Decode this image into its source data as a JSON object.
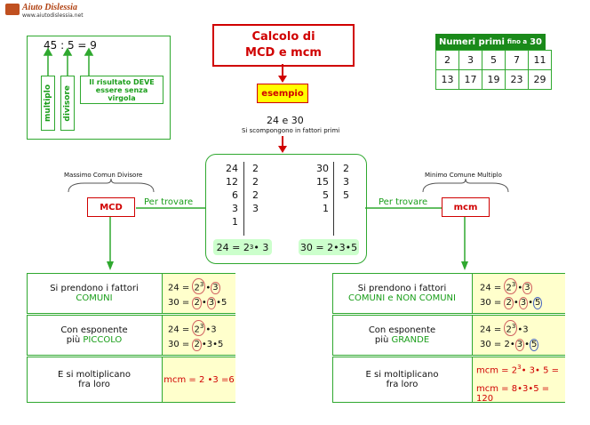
{
  "logo": {
    "name": "Aiuto Dislessia",
    "url": "www.aiutodislessia.net"
  },
  "title": {
    "line1": "Calcolo di",
    "line2": "MCD e mcm"
  },
  "example_label": "esempio",
  "example": {
    "numbers": "24 e 30",
    "note": "Si scompongono in fattori primi"
  },
  "division": {
    "equation": "45 : 5 = 9",
    "multiple_label": "multiplo",
    "divisor_label": "divisore",
    "result_line1": "Il risultato DEVE",
    "result_line2": "essere senza virgola"
  },
  "primes": {
    "header_text": "Numeri primi",
    "header_small": "fino a",
    "header_limit": "30",
    "row1": [
      "2",
      "3",
      "5",
      "7",
      "11"
    ],
    "row2": [
      "13",
      "17",
      "19",
      "23",
      "29"
    ]
  },
  "factor24": {
    "left": [
      "24",
      "12",
      "6",
      "3",
      "1"
    ],
    "right": [
      "2",
      "2",
      "2",
      "3",
      ""
    ],
    "result_prefix": "24 = 2",
    "result_exp": "3",
    "result_suffix": "• 3"
  },
  "factor30": {
    "left": [
      "30",
      "15",
      "5",
      "1"
    ],
    "right": [
      "2",
      "3",
      "5",
      ""
    ],
    "result": "30 = 2•3•5"
  },
  "mcd": {
    "caption": "Massimo Comun Divisore",
    "label": "MCD",
    "find": "Per trovare",
    "rows": [
      {
        "desc1": "Si prendono i fattori",
        "desc2": "COMUNI"
      },
      {
        "desc1": "Con esponente",
        "desc2_prefix": "più ",
        "desc2": "PICCOLO"
      },
      {
        "desc1": "E si moltiplicano",
        "desc2": "fra loro"
      }
    ],
    "calc24_prefix": "24 = ",
    "calc30_prefix": "30 = ",
    "result_prefix": "mcm = 2 •3 = ",
    "result_value": "6"
  },
  "mcm": {
    "caption": "Minimo Comune Multiplo",
    "label": "mcm",
    "find": "Per trovare",
    "rows": [
      {
        "desc1": "Si prendono i fattori",
        "desc2": "COMUNI e NON COMUNI"
      },
      {
        "desc1": "Con esponente",
        "desc2_prefix": "più ",
        "desc2": "GRANDE"
      },
      {
        "desc1": "E si moltiplicano",
        "desc2": "fra loro"
      }
    ],
    "result1_prefix": "mcm = 2",
    "result1_exp": "3",
    "result1_suffix": "• 3• 5 =",
    "result2_prefix": "mcm = 8•3•5 = ",
    "result2_value": "120"
  }
}
